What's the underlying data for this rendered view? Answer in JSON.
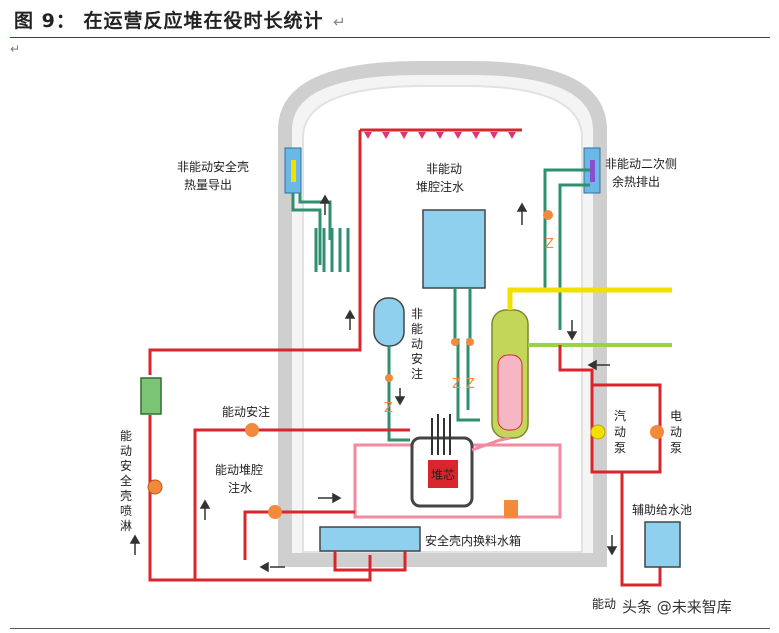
{
  "caption": {
    "figure_no": "图 9：",
    "title": "在运营反应堆在役时长统计",
    "return_mark": "↵"
  },
  "para_mark": "↵",
  "labels": {
    "passive_containment_heat": [
      "非能动安全壳",
      "热量导出"
    ],
    "passive_secondary_heat": [
      "非能动二次侧",
      "余热排出"
    ],
    "passive_core_injection": [
      "非能动",
      "堆腔注水"
    ],
    "passive_safety_injection": [
      "非",
      "能",
      "动",
      "安",
      "注"
    ],
    "active_safety_injection": "能动安注",
    "active_core_injection": [
      "能动堆腔",
      "注水"
    ],
    "active_containment_spray": [
      "能",
      "动",
      "安",
      "全",
      "壳",
      "喷",
      "淋"
    ],
    "core": "堆芯",
    "turbine_pump": [
      "汽",
      "动",
      "泵"
    ],
    "electric_pump": [
      "电",
      "动",
      "泵"
    ],
    "aux_feed_pool": "辅助给水池",
    "irwst": "安全壳内换料水箱",
    "active_partial": "能动",
    "watermark": "头条 @未来智库"
  },
  "colors": {
    "red_pipe": "#d9262c",
    "green_pipe": "#2f8f6f",
    "yellow_steam": "#f2e100",
    "lime_feed": "#9ad14b",
    "pink_loop": "#f28aa0",
    "water_blue": "#8fd0ef",
    "containment_gray": "#cfcfcf",
    "caption_rule": "#9b1c1c"
  },
  "icons": [
    "spray-nozzle-icon",
    "valve-icon",
    "check-valve-icon",
    "arrow-icon",
    "pump-icon",
    "heat-exchanger-icon"
  ]
}
